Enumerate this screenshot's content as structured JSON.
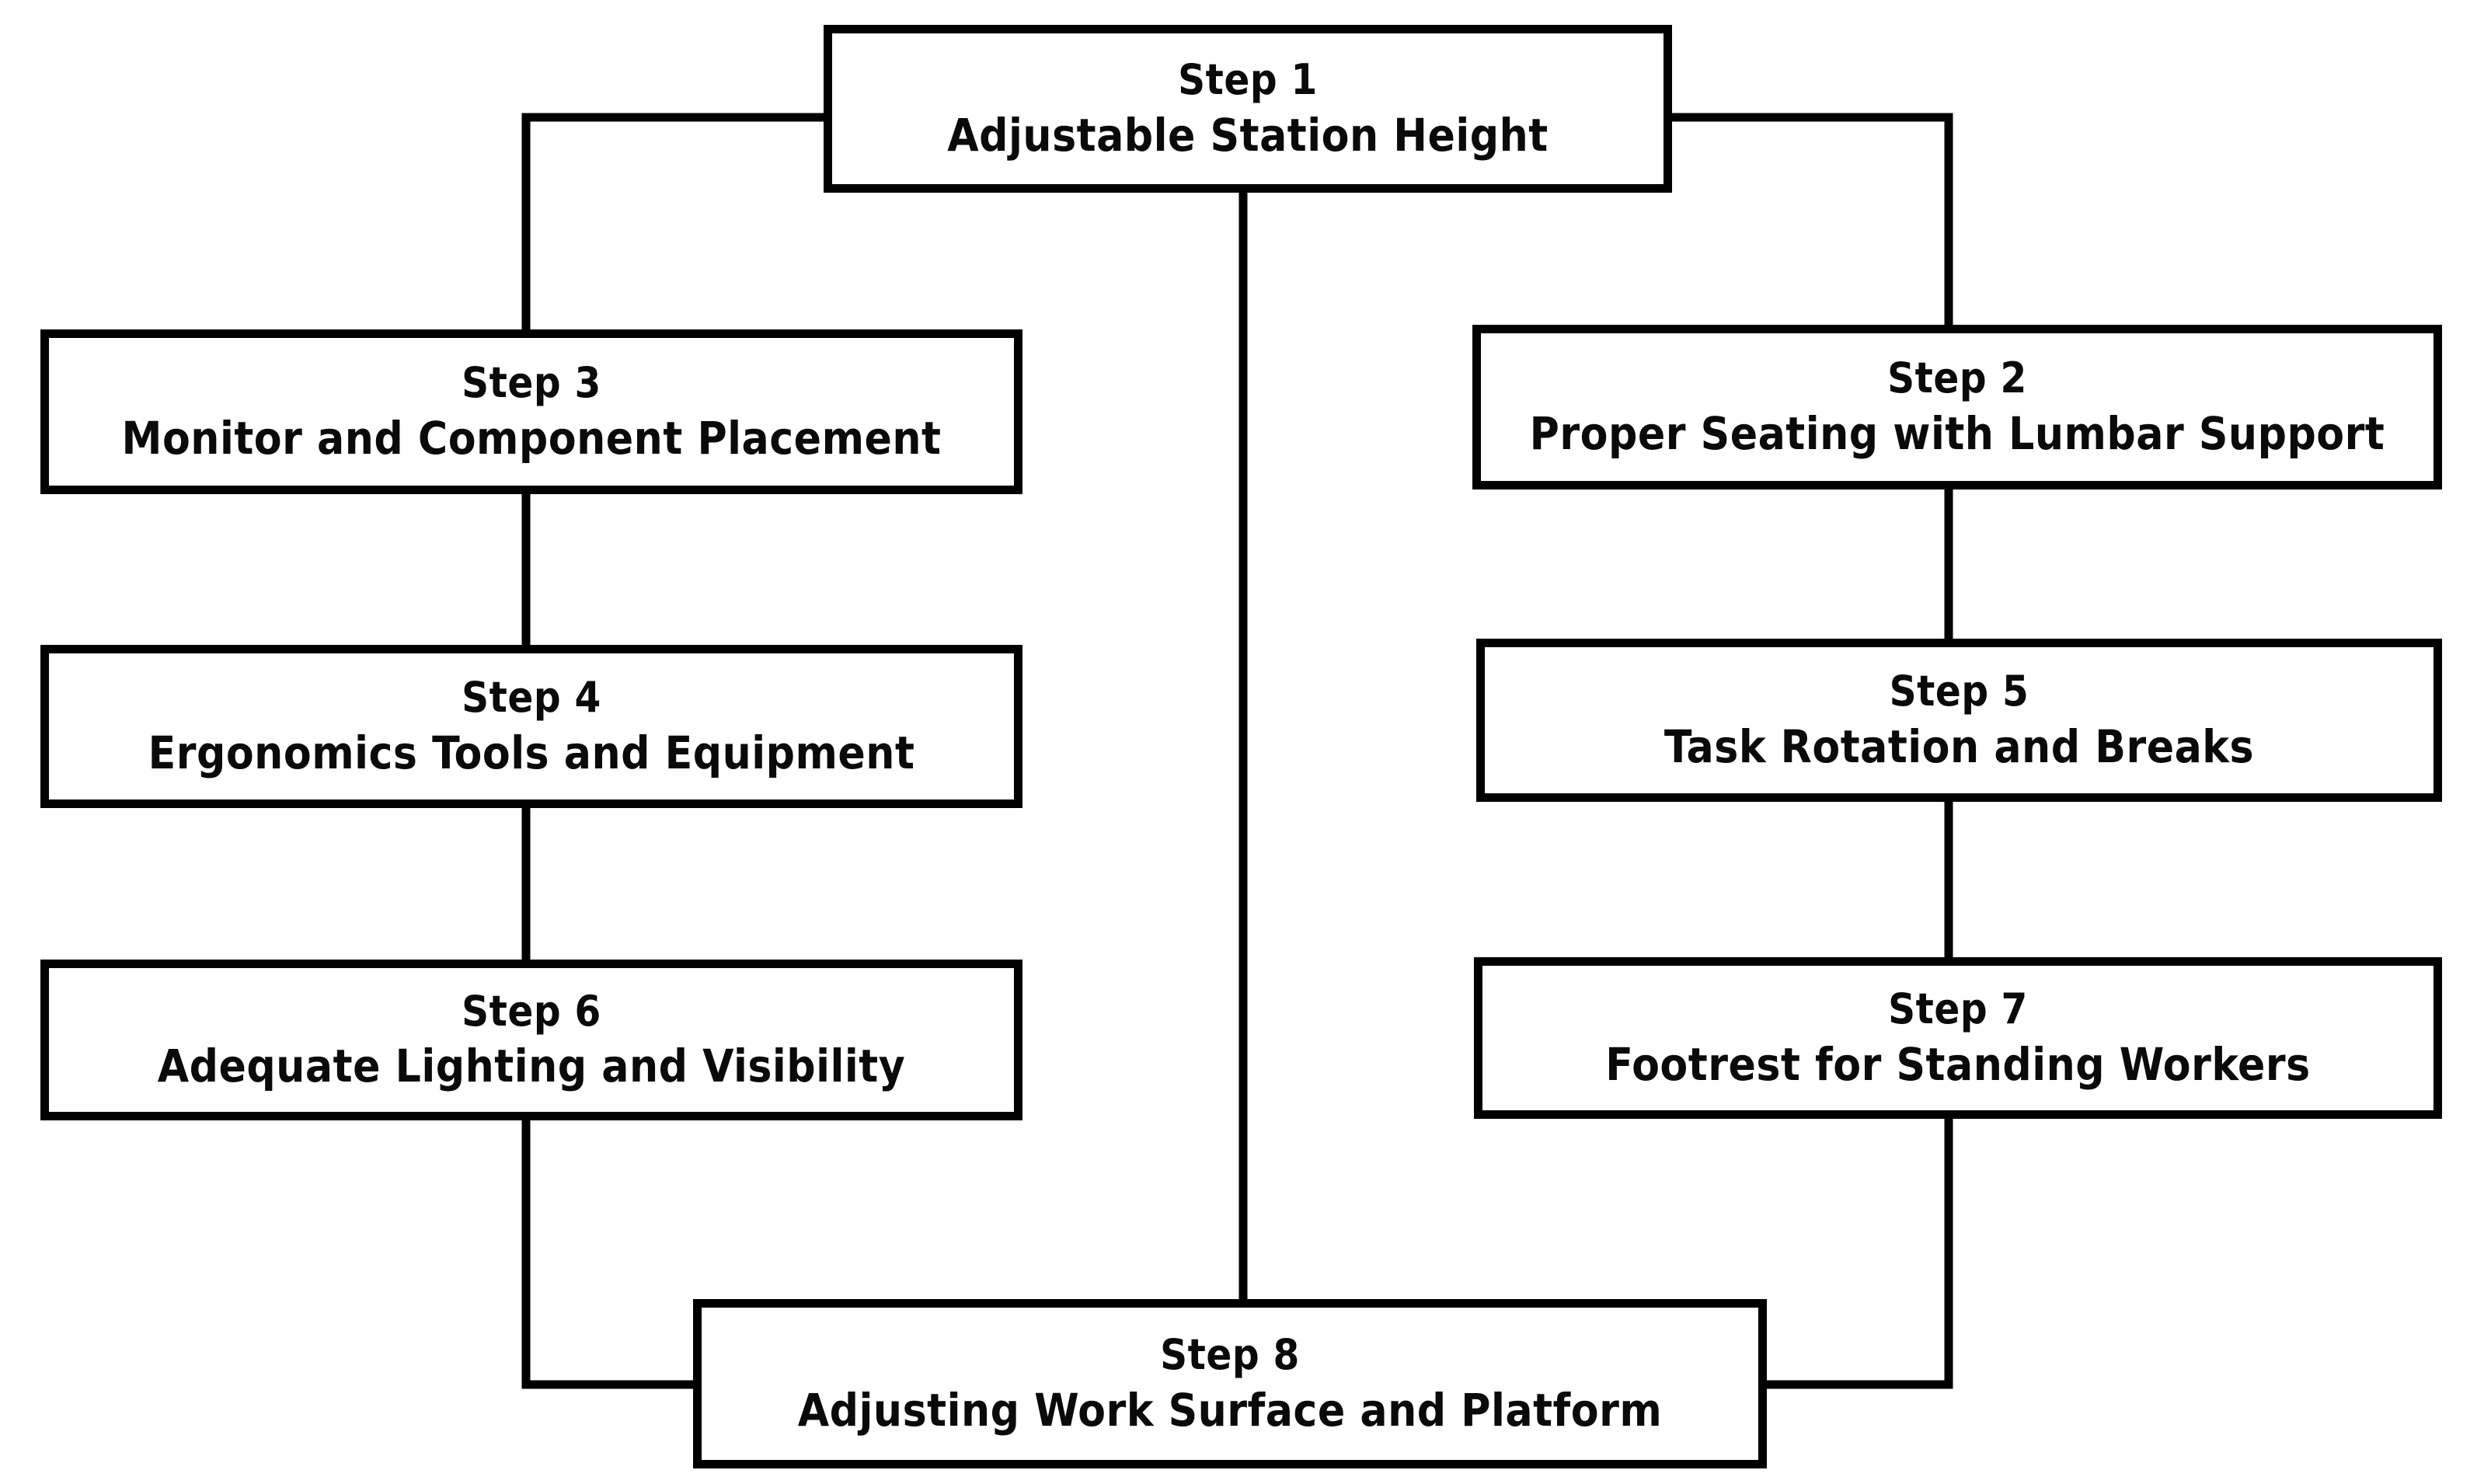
{
  "diagram": {
    "type": "flowchart",
    "orientation": "vertical-tree",
    "background_color": "#ffffff",
    "line_color": "#000000",
    "text_color": "#0a0a0a",
    "nodes": [
      {
        "id": "step1",
        "title": "Step 1",
        "description": "Adjustable Station Height"
      },
      {
        "id": "step2",
        "title": "Step 2",
        "description": "Proper Seating with Lumbar Support"
      },
      {
        "id": "step3",
        "title": "Step 3",
        "description": "Monitor and Component Placement"
      },
      {
        "id": "step4",
        "title": "Step 4",
        "description": "Ergonomics Tools and Equipment"
      },
      {
        "id": "step5",
        "title": "Step 5",
        "description": "Task Rotation and Breaks"
      },
      {
        "id": "step6",
        "title": "Step 6",
        "description": "Adequate Lighting and Visibility"
      },
      {
        "id": "step7",
        "title": "Step 7",
        "description": "Footrest for Standing Workers"
      },
      {
        "id": "step8",
        "title": "Step 8",
        "description": "Adjusting Work Surface and Platform"
      }
    ],
    "edges": [
      {
        "from": "step1",
        "to": "step3",
        "style": "elbow-left"
      },
      {
        "from": "step1",
        "to": "step2",
        "style": "elbow-right"
      },
      {
        "from": "step1",
        "to": "step8",
        "style": "straight-center"
      },
      {
        "from": "step3",
        "to": "step4",
        "style": "straight"
      },
      {
        "from": "step4",
        "to": "step6",
        "style": "straight"
      },
      {
        "from": "step6",
        "to": "step8",
        "style": "elbow-left-bottom"
      },
      {
        "from": "step2",
        "to": "step5",
        "style": "straight"
      },
      {
        "from": "step5",
        "to": "step7",
        "style": "straight"
      },
      {
        "from": "step7",
        "to": "step8",
        "style": "elbow-right-bottom"
      }
    ]
  }
}
